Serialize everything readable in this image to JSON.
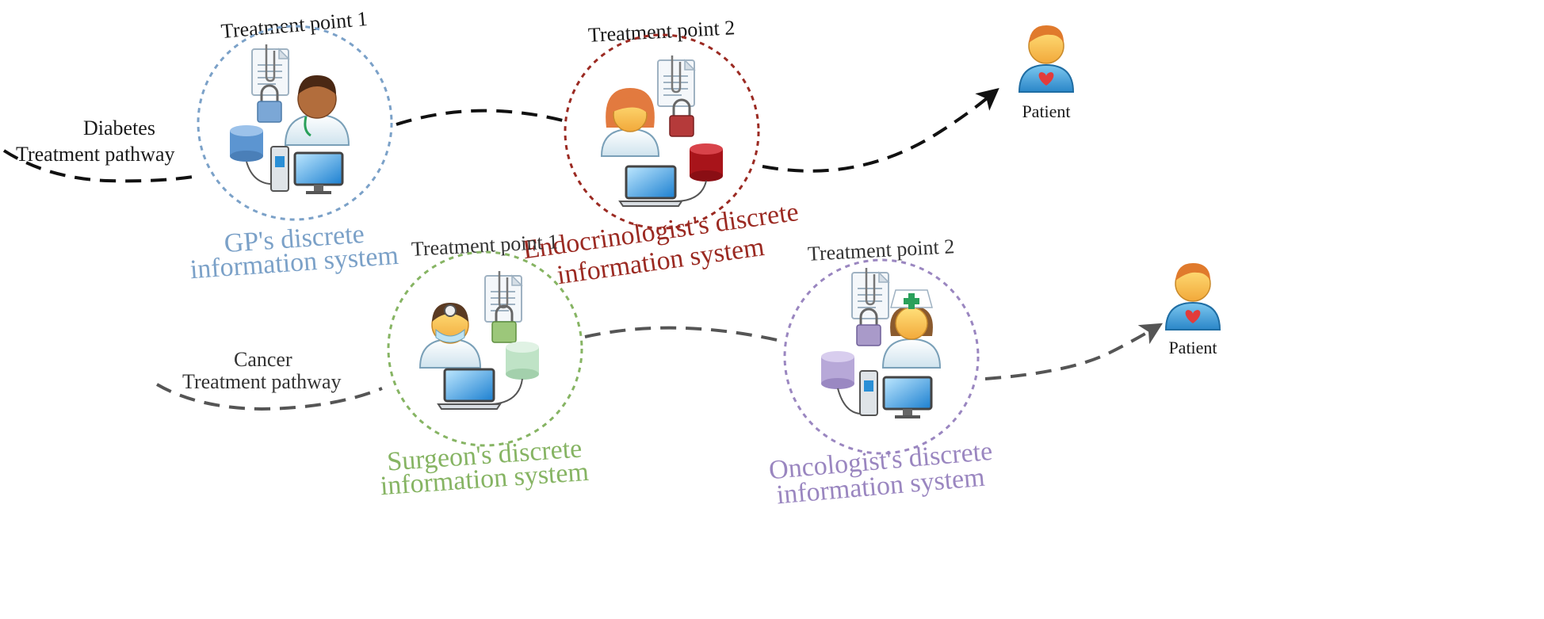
{
  "diabetes": {
    "pathway_label_line1": "Diabetes",
    "pathway_label_line2": "Treatment pathway",
    "tp1_title": "Treatment point 1",
    "tp2_title": "Treatment point 2",
    "tp1_system_line1": "GP's discrete",
    "tp1_system_line2": "information system",
    "tp2_system_line1": "Endocrinologist's discrete",
    "tp2_system_line2": "information system",
    "patient_label": "Patient",
    "colors": {
      "tp1": "#7ba1c8",
      "tp2": "#9b2a22"
    }
  },
  "cancer": {
    "pathway_label_line1": "Cancer",
    "pathway_label_line2": "Treatment pathway",
    "tp1_title": "Treatment point 1",
    "tp2_title": "Treatment point 2",
    "tp1_system_line1": "Surgeon's discrete",
    "tp1_system_line2": "information system",
    "tp2_system_line1": "Oncologist's discrete",
    "tp2_system_line2": "information system",
    "patient_label": "Patient",
    "colors": {
      "tp1": "#86b463",
      "tp2": "#9a86c0"
    }
  }
}
